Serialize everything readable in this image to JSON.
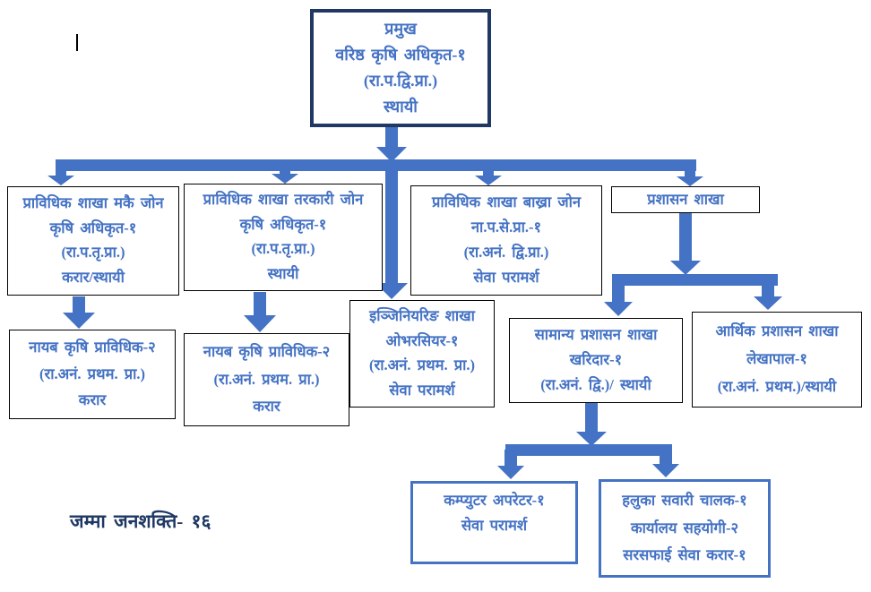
{
  "colors": {
    "accent_blue": "#4472C4",
    "dark_navy": "#1F3864",
    "box_border_black": "#000000"
  },
  "boxes": {
    "root": {
      "lines": [
        "प्रमुख",
        "वरिष्ठ कृषि अधिकृत-१",
        "(रा.प.द्वि.प्रा.)",
        "स्थायी"
      ]
    },
    "makai": {
      "lines": [
        "प्राविधिक शाखा मकै जोन",
        "कृषि अधिकृत-१",
        "(रा.प.तृ.प्रा.)",
        "करार/स्थायी"
      ]
    },
    "tarkari": {
      "lines": [
        "प्राविधिक शाखा तरकारी जोन",
        "कृषि अधिकृत-१",
        "(रा.प.तृ.प्रा.)",
        "स्थायी"
      ]
    },
    "bakhra": {
      "lines": [
        "प्राविधिक शाखा बाख्रा जोन",
        "ना.प.से.प्रा.-१",
        "(रा.अनं. द्वि.प्रा.)",
        "सेवा परामर्श"
      ]
    },
    "prashasan": {
      "lines": [
        "प्रशासन शाखा"
      ]
    },
    "engineering": {
      "lines": [
        "इञ्जिनियरिङ शाखा",
        "ओभरसियर-१",
        "(रा.अनं. प्रथम. प्रा.)",
        "सेवा परामर्श"
      ]
    },
    "nayab1": {
      "lines": [
        "नायब कृषि प्राविधिक-२",
        "(रा.अनं. प्रथम. प्रा.)",
        "करार"
      ]
    },
    "nayab2": {
      "lines": [
        "नायब कृषि प्राविधिक-२",
        "(रा.अनं. प्रथम. प्रा.)",
        "करार"
      ]
    },
    "samanya": {
      "lines": [
        "सामान्य प्रशासन शाखा",
        "खरिदार-१",
        "(रा.अनं. द्वि.)/ स्थायी"
      ]
    },
    "arthik": {
      "lines": [
        "आर्थिक प्रशासन शाखा",
        "लेखापाल-१",
        "(रा.अनं. प्रथम.)/स्थायी"
      ]
    },
    "computer": {
      "lines": [
        "कम्प्युटर अपरेटर-१",
        "सेवा परामर्श"
      ]
    },
    "haluka": {
      "lines": [
        "हलुका सवारी चालक-१",
        "कार्यालय सहयोगी-२",
        "सरसफाई सेवा करार-१"
      ]
    }
  },
  "footer": {
    "total": "जम्मा जनशक्ति- १६"
  }
}
